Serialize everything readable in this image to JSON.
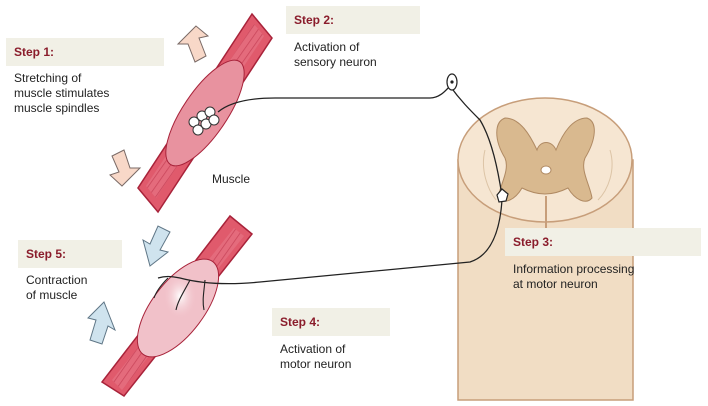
{
  "colors": {
    "label_bg": "#f1f0e6",
    "step_title": "#8a1c2b",
    "muscle_red": "#e05a6c",
    "muscle_dark": "#b8283e",
    "spinal_tan": "#f1ddc4",
    "gray_matter": "#d9b98f",
    "arrow_stretch": "#f8d8c8",
    "arrow_contract": "#cfe3ee"
  },
  "icons": {
    "stretch_arrows": "arrow-outward-icon",
    "contract_arrows": "arrow-inward-icon"
  },
  "steps": [
    {
      "title": "Step 1:",
      "desc": "Stretching of\nmuscle stimulates\nmuscle spindles"
    },
    {
      "title": "Step 2:",
      "desc": "Activation of\nsensory neuron"
    },
    {
      "title": "Step 3:",
      "desc": "Information processing\nat motor neuron"
    },
    {
      "title": "Step 4:",
      "desc": "Activation of\nmotor neuron"
    },
    {
      "title": "Step 5:",
      "desc": "Contraction\nof muscle"
    }
  ],
  "muscle_label": "Muscle"
}
